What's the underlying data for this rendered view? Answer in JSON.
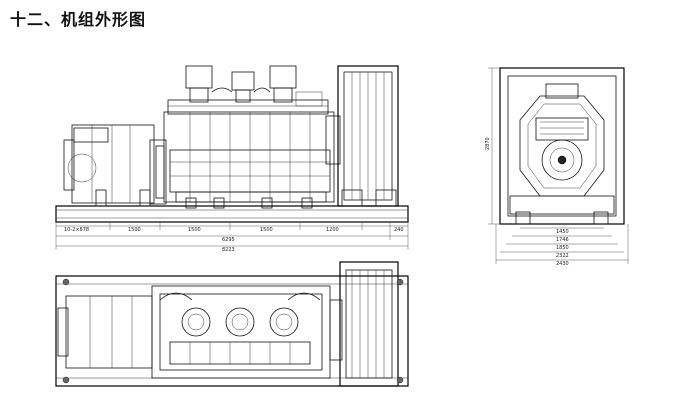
{
  "page": {
    "heading": "十二、机组外形图"
  },
  "side_view": {
    "dims_top": [
      "10-2×678",
      "1500",
      "1500",
      "1500",
      "1200",
      "240"
    ],
    "dims_total": [
      "6295",
      "8223"
    ]
  },
  "end_view": {
    "height_dim": "2870",
    "dims": [
      "1450",
      "1746",
      "1850",
      "2322",
      "2430"
    ]
  }
}
